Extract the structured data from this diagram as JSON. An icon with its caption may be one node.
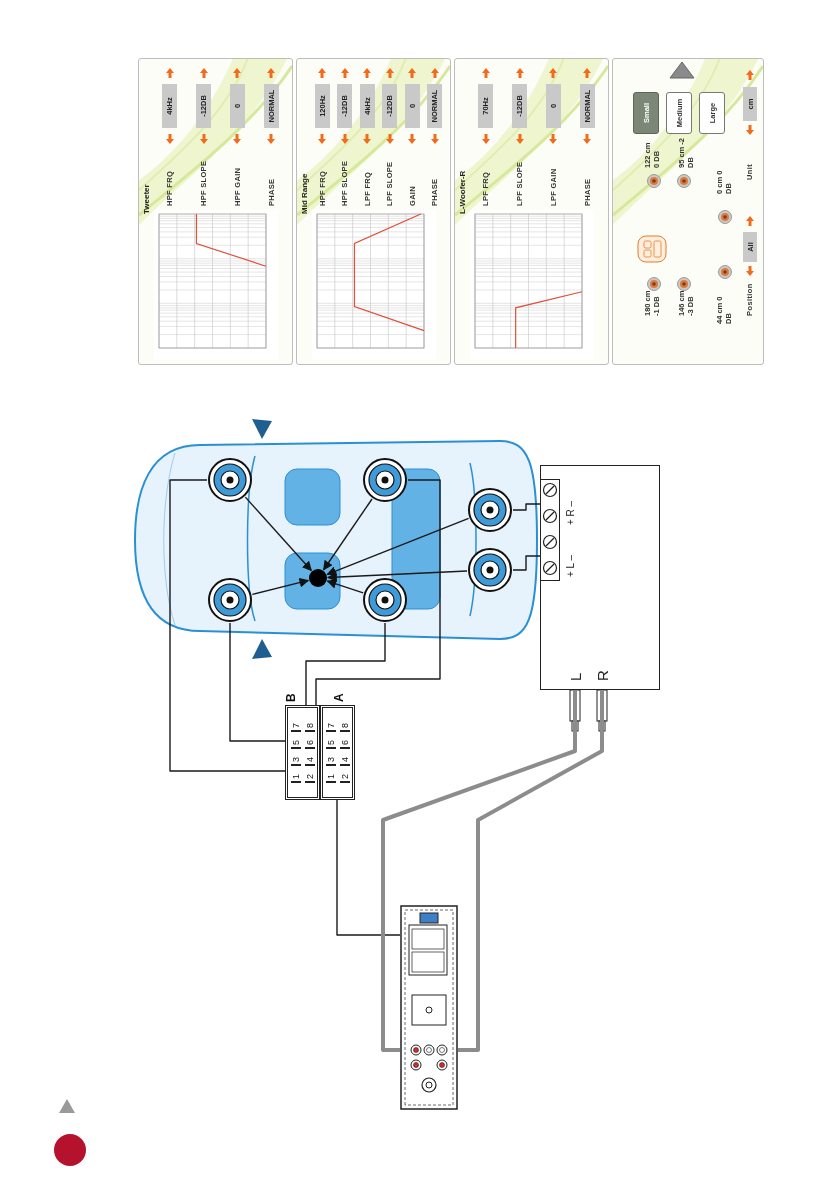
{
  "diagram": {
    "nodes": [
      {
        "text": [],
        "shape": "picture"
      },
      {
        "text": [
          "B"
        ]
      },
      {
        "text": [
          "A"
        ]
      },
      {
        "text": [],
        "shape": "picture"
      },
      {
        "text": [],
        "shape": "picture"
      },
      {
        "text": [],
        "shape": "picture"
      },
      {
        "text": [],
        "shape": "picture"
      },
      {
        "text": [],
        "shape": "picture"
      },
      {
        "text": [],
        "shape": "picture"
      },
      {
        "text": [],
        "shape": "circle"
      },
      {
        "text": [
          "+ L –",
          "+ R –",
          "L",
          "R"
        ]
      },
      {
        "text": [
          "Tweeter",
          "HPF FRQ",
          "4kHz",
          "HPF SLOPE",
          "-12DB",
          "HPF GAIN",
          "0",
          "PHASE",
          "NORMAL"
        ]
      },
      {
        "text": [
          "Mid Range",
          "HPF FRQ",
          "120Hz",
          "HPF SLOPE",
          "-12DB",
          "LPF FRQ",
          "4kHz",
          "LPF SLOPE",
          "-12DB",
          "GAIN",
          "0",
          "PHASE",
          "NORMAL"
        ]
      },
      {
        "text": [
          "L-Woofer-R",
          "LPF FRQ",
          "70Hz",
          "LPF SLOPE",
          "-12DB",
          "LPF GAIN",
          "0",
          "PHASE",
          "NORMAL"
        ]
      },
      {
        "text": [
          "180 cm -1 DB",
          "122 cm 0 DB",
          "Small",
          "146 cm -3 DB",
          "95 cm -2 DB",
          "Medium",
          "44 cm 0 DB",
          "0 cm 0 DB",
          "Large",
          "Position",
          "All",
          "Unit",
          "cm"
        ]
      }
    ],
    "edges": [
      {
        "from": 0,
        "to": 2,
        "arrow": "none"
      },
      {
        "from": 0,
        "to": 10,
        "arrow": "none",
        "style": "thick",
        "color": "#8c8c8c"
      },
      {
        "from": 0,
        "to": 10,
        "arrow": "none",
        "style": "thick",
        "color": "#8c8c8c"
      },
      {
        "from": 1,
        "to": 4,
        "arrow": "none"
      },
      {
        "from": 1,
        "to": 3,
        "arrow": "none"
      },
      {
        "from": 1,
        "to": 5,
        "arrow": "none"
      },
      {
        "from": 1,
        "to": 6,
        "arrow": "none"
      },
      {
        "from": 10,
        "to": 7,
        "arrow": "none"
      },
      {
        "from": 10,
        "to": 8,
        "arrow": "none"
      },
      {
        "from": 3,
        "to": 9,
        "arrow": "to"
      },
      {
        "from": 4,
        "to": 9,
        "arrow": "to"
      },
      {
        "from": 5,
        "to": 9,
        "arrow": "to"
      },
      {
        "from": 6,
        "to": 9,
        "arrow": "to"
      },
      {
        "from": 7,
        "to": 9,
        "arrow": "to"
      },
      {
        "from": 8,
        "to": 9,
        "arrow": "to"
      }
    ],
    "labels": [
      "1",
      "3",
      "5",
      "7",
      "2",
      "4",
      "6",
      "8",
      "1",
      "3",
      "5",
      "7",
      "2",
      "4",
      "6",
      "8"
    ]
  }
}
